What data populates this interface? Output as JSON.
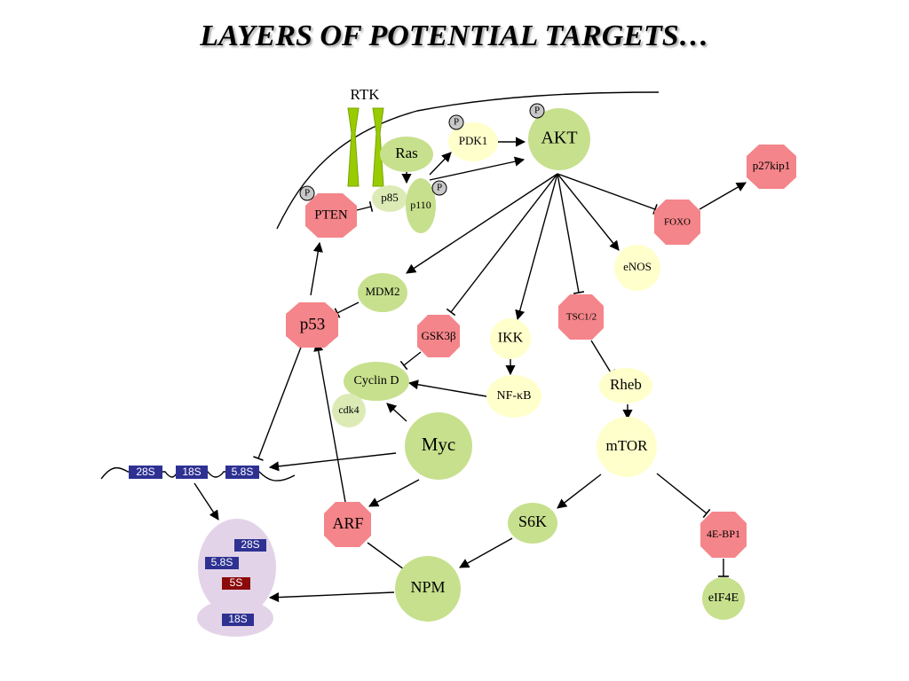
{
  "title": "LAYERS OF POTENTIAL TARGETS…",
  "colors": {
    "green_node": "#c7e08d",
    "light_green_node": "#dcebb6",
    "yellow_node": "#ffffcc",
    "red_node": "#f4858a",
    "purple_cloud": "#e3d3e8",
    "rrna_box": "#2e3192",
    "rrna_5s_box": "#8b0a0a",
    "rtk": "#99cc00",
    "phospho": "#c8c8c8"
  },
  "labels": {
    "rtk": "RTK",
    "ras": "Ras",
    "p85": "p85",
    "p110": "p110",
    "pdk1": "PDK1",
    "akt": "AKT",
    "pten": "PTEN",
    "p27kip1": "p27kip1",
    "foxo": "FOXO",
    "enos": "eNOS",
    "mdm2": "MDM2",
    "p53": "p53",
    "gsk3b": "GSK3β",
    "ikk": "IKK",
    "tsc12": "TSC1/2",
    "cyclind": "Cyclin D",
    "cdk4": "cdk4",
    "nfkb": "NF-κB",
    "rheb": "Rheb",
    "myc": "Myc",
    "mtor": "mTOR",
    "s6k": "S6K",
    "arf": "ARF",
    "ebp1": "4E-BP1",
    "npm": "NPM",
    "eif4e": "eIF4E",
    "phospho": "P"
  },
  "rrna_strand": [
    "28S",
    "18S",
    "5.8S"
  ],
  "rrna_processed": [
    "28S",
    "5.8S",
    "5S",
    "18S"
  ]
}
